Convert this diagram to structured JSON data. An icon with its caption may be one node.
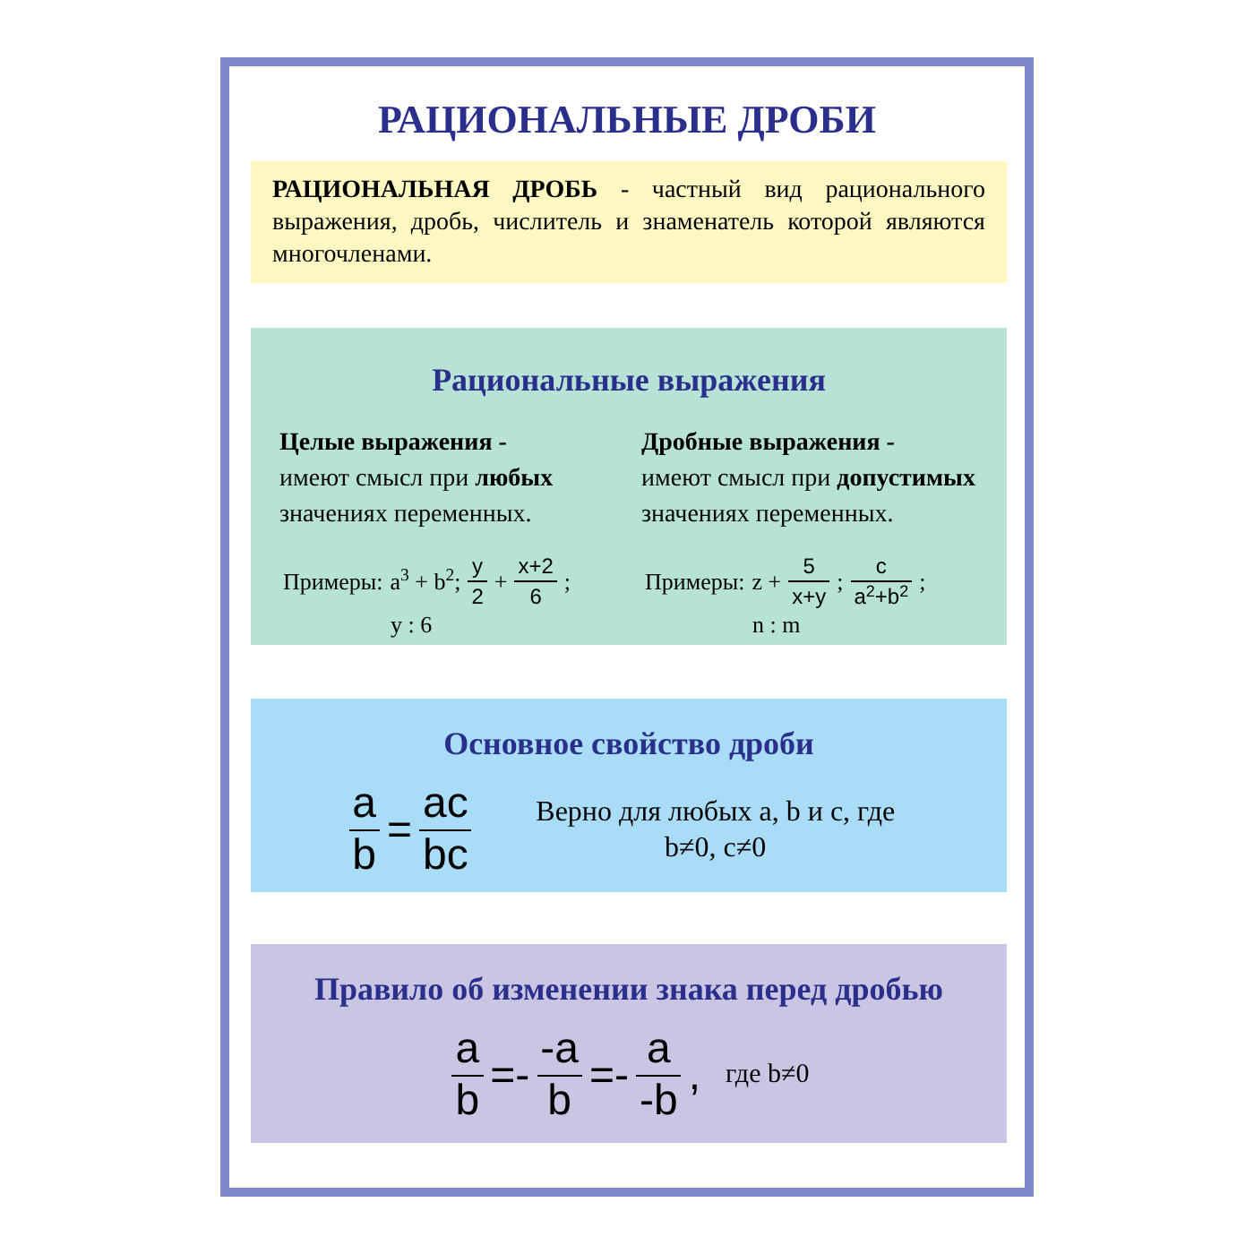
{
  "diagram": {
    "title": "РАЦИОНАЛЬНЫЕ ДРОБИ",
    "nodes": [
      {
        "text": [
          "**РАЦИОНАЛЬНАЯ ДРОБЬ** - частный вид рационального выражения, дробь, числитель и знаменатель которой являются многочленами."
        ]
      },
      {
        "text": [
          "Рациональные выражения",
          "Целые выражения -",
          "имеют смысл при **любых** значениях переменных.",
          "Примеры:",
          "a$^{3}$ + b$^{2}$;",
          "y",
          "2",
          "+",
          "x+2",
          "6",
          ";",
          "y : 6",
          "Дробные выражения -",
          "имеют смысл при **допустимых** значениях переменных.",
          "Примеры:",
          "z +",
          "5",
          "x+y",
          ";",
          "c",
          "a$^{2}$+b$^{2}$",
          ";",
          "n : m"
        ]
      },
      {
        "text": [
          "Основное свойство дроби",
          "a",
          "b",
          "=",
          "ac",
          "bc",
          "Верно для любых a, b и c, где b≠0, c≠0"
        ]
      },
      {
        "text": [
          "Правило об изменении знака перед дробью",
          "a",
          "b",
          "=-",
          "-a",
          "b",
          "=-",
          "a",
          "-b",
          ",",
          "где b≠0"
        ]
      }
    ]
  }
}
